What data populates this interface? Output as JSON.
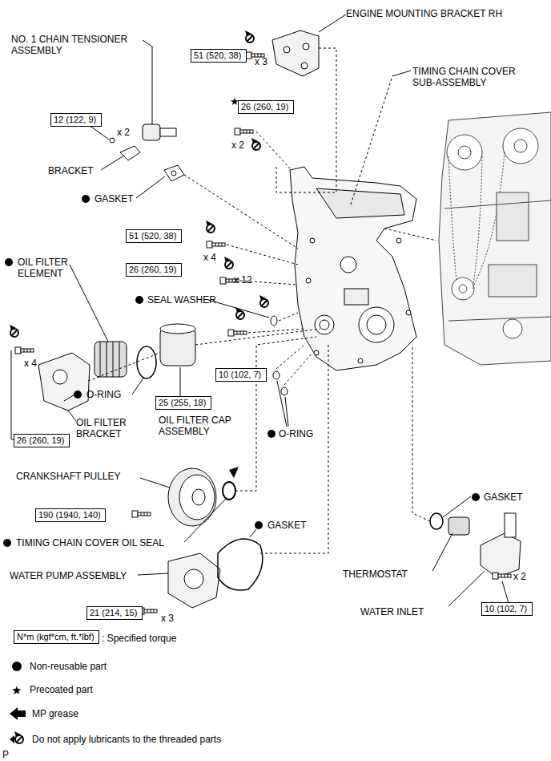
{
  "diagram": {
    "nodes": [
      {
        "text": [
          "51 (520, 38)"
        ]
      },
      {
        "text": [
          "12 (122, 9)"
        ]
      },
      {
        "text": [
          "26 (260, 19)"
        ]
      },
      {
        "text": [
          "51 (520, 38)"
        ]
      },
      {
        "text": [
          "26 (260, 19)"
        ]
      },
      {
        "text": [
          "10 (102, 7)"
        ]
      },
      {
        "text": [
          "25 (255, 18)"
        ]
      },
      {
        "text": [
          "26 (260, 19)"
        ]
      },
      {
        "text": [
          "190 (1940, 140)"
        ]
      },
      {
        "text": [
          "21 (214, 15)"
        ]
      },
      {
        "text": [
          "10 (102, 7)"
        ]
      },
      {
        "text": [
          "N*m (kgf*cm, ft.*lbf)"
        ]
      }
    ],
    "labels": [
      "ENGINE MOUNTING BRACKET RH",
      "x 3",
      "NO. 1 CHAIN TENSIONER ASSEMBLY",
      "TIMING CHAIN COVER SUB-ASSEMBLY",
      "x 2",
      "x 2",
      "BRACKET",
      "GASKET",
      "x 4",
      "x 12",
      "OIL FILTER ELEMENT",
      "SEAL WASHER",
      "x 4",
      "O-RING",
      "OIL FILTER BRACKET",
      "OIL FILTER CAP ASSEMBLY",
      "O-RING",
      "CRANKSHAFT PULLEY",
      "GASKET",
      "TIMING CHAIN COVER OIL SEAL",
      "GASKET",
      "WATER PUMP ASSEMBLY",
      "THERMOSTAT",
      "WATER INLET",
      "x 3",
      "x 2",
      "P"
    ],
    "legend": [
      {
        "text": ": Specified torque"
      },
      {
        "text": "Non-reusable part"
      },
      {
        "text": "Precoated part"
      },
      {
        "text": "MP grease"
      },
      {
        "text": "Do not apply lubricants to the threaded parts"
      }
    ]
  }
}
